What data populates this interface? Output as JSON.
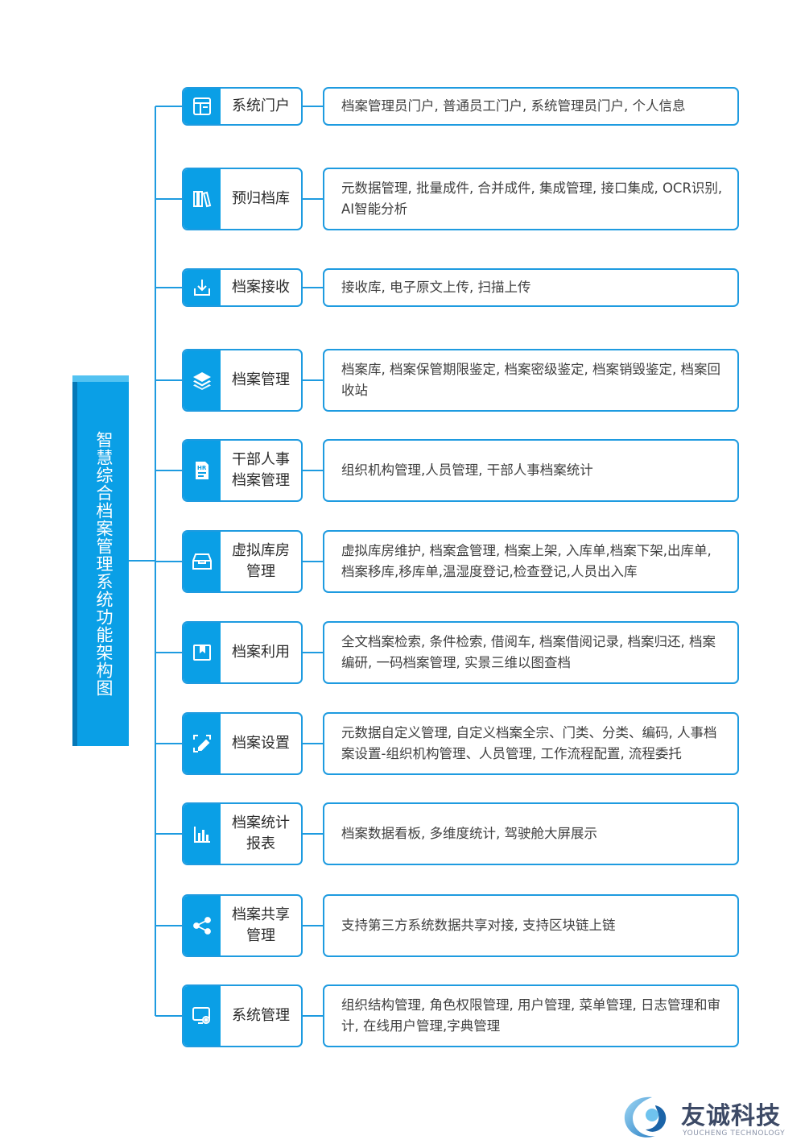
{
  "root": {
    "title": "智慧综合档案管理系统功能架构图"
  },
  "modules": [
    {
      "id": "system-portal",
      "label": "系统门户",
      "icon": "portal-icon",
      "description": "档案管理员门户, 普通员工门户, 系统管理员门户, 个人信息"
    },
    {
      "id": "pre-archive-library",
      "label": "预归档库",
      "icon": "books-icon",
      "description": "元数据管理, 批量成件, 合并成件, 集成管理, 接口集成, OCR识别, AI智能分析"
    },
    {
      "id": "archive-receiving",
      "label": "档案接收",
      "icon": "download-tray-icon",
      "description": "接收库, 电子原文上传, 扫描上传"
    },
    {
      "id": "archive-management",
      "label": "档案管理",
      "icon": "layers-icon",
      "description": "档案库, 档案保管期限鉴定, 档案密级鉴定, 档案销毁鉴定, 档案回收站"
    },
    {
      "id": "cadre-personnel",
      "label": "干部人事\n档案管理",
      "icon": "hr-document-icon",
      "description": "组织机构管理,人员管理, 干部人事档案统计"
    },
    {
      "id": "virtual-warehouse",
      "label": "虚拟库房\n管理",
      "icon": "archive-box-icon",
      "description": "虚拟库房维护, 档案盒管理, 档案上架, 入库单,档案下架,出库单, 档案移库,移库单,温湿度登记,检查登记,人员出入库"
    },
    {
      "id": "archive-utilization",
      "label": "档案利用",
      "icon": "bookmark-icon",
      "description": "全文档案检索, 条件检索, 借阅车, 档案借阅记录, 档案归还, 档案编研, 一码档案管理, 实景三维以图查档"
    },
    {
      "id": "archive-settings",
      "label": "档案设置",
      "icon": "edit-settings-icon",
      "description": "元数据自定义管理, 自定义档案全宗、门类、分类、编码, 人事档案设置-组织机构管理、人员管理, 工作流程配置, 流程委托"
    },
    {
      "id": "archive-statistics",
      "label": "档案统计\n报表",
      "icon": "bar-chart-icon",
      "description": "档案数据看板, 多维度统计, 驾驶舱大屏展示"
    },
    {
      "id": "archive-sharing",
      "label": "档案共享\n管理",
      "icon": "share-icon",
      "description": "支持第三方系统数据共享对接, 支持区块链上链"
    },
    {
      "id": "system-management",
      "label": "系统管理",
      "icon": "monitor-gear-icon",
      "description": "组织结构管理, 角色权限管理, 用户管理, 菜单管理, 日志管理和审计, 在线用户管理,字典管理"
    }
  ],
  "logo": {
    "name": "友诚科技",
    "subtitle": "YOUCHENG TECHNOLOGY"
  },
  "colors": {
    "accent": "#0a9fe6",
    "border": "#1e9be0",
    "root_side": "#0678b7",
    "logo_text": "#3d4a66"
  }
}
